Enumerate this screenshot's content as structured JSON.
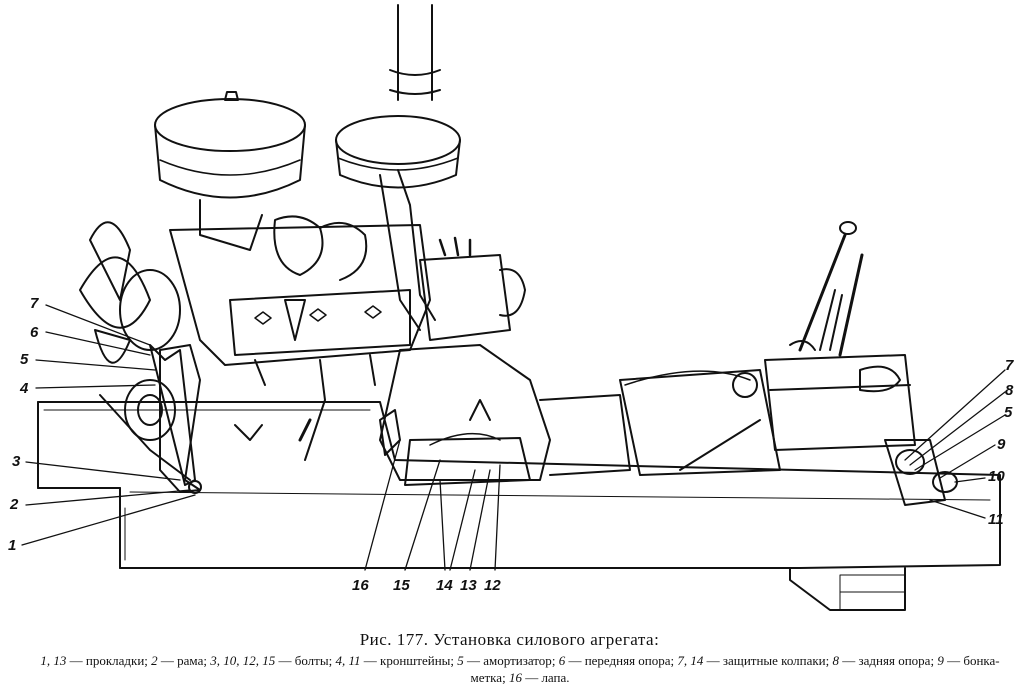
{
  "figure": {
    "title": "Рис. 177. Установка силового агрегата:",
    "callouts_left": [
      "7",
      "6",
      "5",
      "4",
      "3",
      "2",
      "1"
    ],
    "callouts_bottom": [
      "16",
      "15",
      "14",
      "13",
      "12"
    ],
    "callouts_right": [
      "7",
      "8",
      "5",
      "9",
      "10",
      "11"
    ]
  },
  "legend": [
    {
      "num": "1, 13",
      "text": "прокладки"
    },
    {
      "num": "2",
      "text": "рама"
    },
    {
      "num": "3, 10, 12, 15",
      "text": "болты"
    },
    {
      "num": "4, 11",
      "text": "кронштейны"
    },
    {
      "num": "5",
      "text": "амортизатор"
    },
    {
      "num": "6",
      "text": "передняя опора"
    },
    {
      "num": "7, 14",
      "text": "защитные колпаки"
    },
    {
      "num": "8",
      "text": "задняя опора"
    },
    {
      "num": "9",
      "text": "бонка-метка"
    },
    {
      "num": "16",
      "text": "лапа"
    }
  ]
}
